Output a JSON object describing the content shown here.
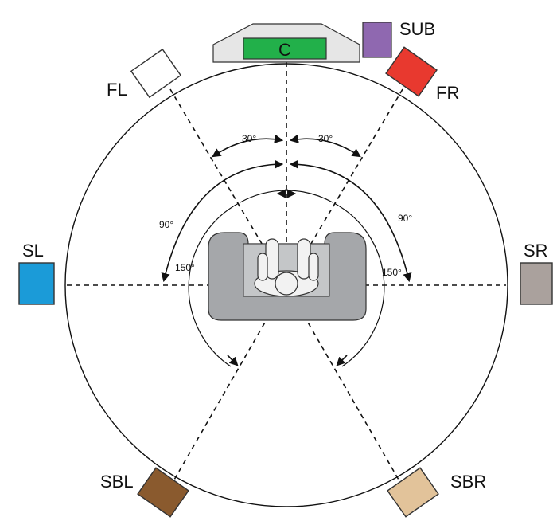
{
  "speakers": {
    "center": {
      "label": "C",
      "color": "#22b04a"
    },
    "subwoofer": {
      "label": "SUB",
      "color": "#8f68b0"
    },
    "front_left": {
      "label": "FL",
      "color": "#ffffff"
    },
    "front_right": {
      "label": "FR",
      "color": "#e8392f"
    },
    "surround_left": {
      "label": "SL",
      "color": "#1b9bd8"
    },
    "surround_right": {
      "label": "SR",
      "color": "#aaa19d"
    },
    "surround_back_left": {
      "label": "SBL",
      "color": "#8a5a2e"
    },
    "surround_back_right": {
      "label": "SBR",
      "color": "#e2c39a"
    }
  },
  "angles": {
    "front_left": "30°",
    "front_right": "30°",
    "side_left": "90°",
    "side_right": "90°",
    "back_left": "150°",
    "back_right": "150°"
  },
  "colors": {
    "seat": "#a5a7aa",
    "center_cabinet": "#e6e6e6",
    "line": "#111111"
  }
}
